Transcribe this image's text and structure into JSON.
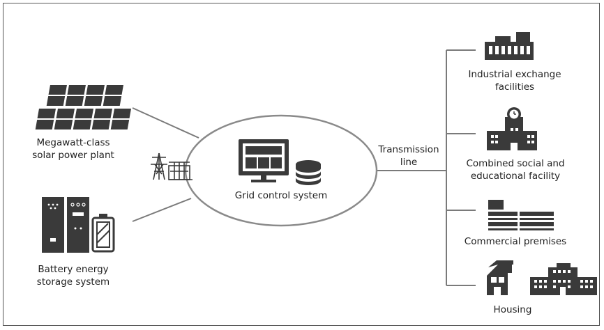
{
  "colors": {
    "icon": "#3a3a3a",
    "line": "#7a7a7a",
    "frame": "#555555",
    "text": "#222222"
  },
  "labels": {
    "solar_line1": "Megawatt-class",
    "solar_line2": "solar power plant",
    "battery_line1": "Battery energy",
    "battery_line2": "storage system",
    "grid": "Grid control system",
    "transmission_line1": "Transmission",
    "transmission_line2": "line",
    "industrial_line1": "Industrial exchange",
    "industrial_line2": "facilities",
    "combined_line1": "Combined social and",
    "combined_line2": "educational facility",
    "commercial": "Commercial premises",
    "housing": "Housing"
  }
}
